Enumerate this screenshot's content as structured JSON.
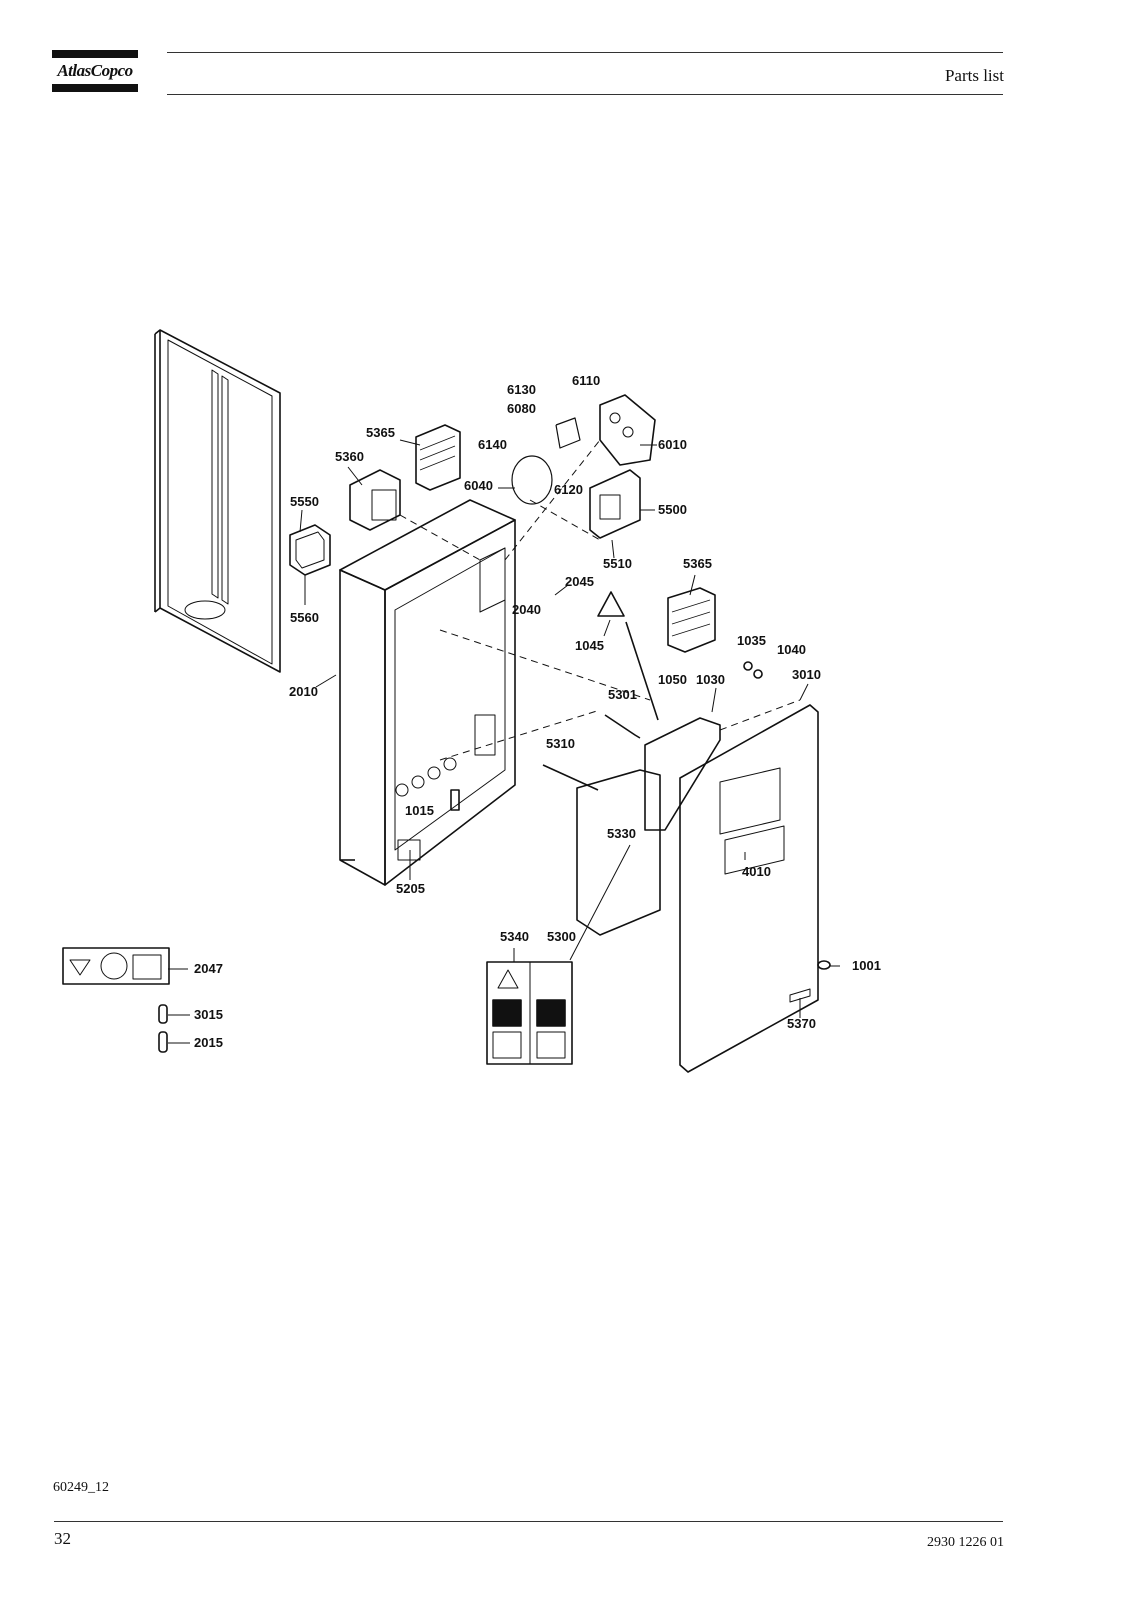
{
  "header": {
    "logo_text": "AtlasCopco",
    "title": "Parts list"
  },
  "diagram": {
    "callouts": [
      "6110",
      "6130",
      "6080",
      "5365",
      "6140",
      "6010",
      "5360",
      "6040",
      "6120",
      "5550",
      "5500",
      "5510",
      "5365",
      "2045",
      "2040",
      "5560",
      "1045",
      "1035",
      "1040",
      "2010",
      "1050",
      "1030",
      "3010",
      "5301",
      "5310",
      "1015",
      "5330",
      "4010",
      "5205",
      "5340",
      "5300",
      "2047",
      "1001",
      "3015",
      "5370",
      "2015"
    ]
  },
  "footer": {
    "figure_id": "60249_12",
    "page_number": "32",
    "doc_number": "2930 1226 01"
  }
}
